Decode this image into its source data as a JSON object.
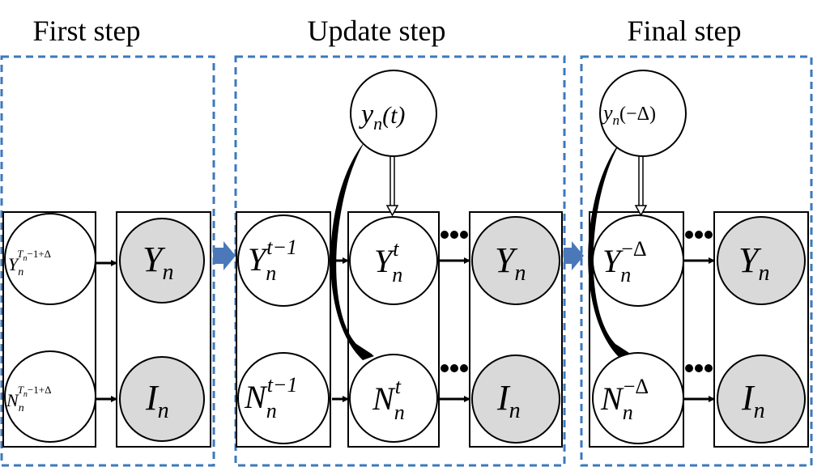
{
  "steps": [
    {
      "title": "First step"
    },
    {
      "title": "Update step"
    },
    {
      "title": "Final step"
    }
  ],
  "first": {
    "latent_top": {
      "base": "Y",
      "sub": "n",
      "sup_T": "T",
      "sup_Tsub": "n",
      "sup_rest": "−1+Δ"
    },
    "latent_bottom": {
      "base": "N",
      "sub": "n",
      "sup_T": "T",
      "sup_Tsub": "n",
      "sup_rest": "−1+Δ"
    },
    "obs_top": {
      "base": "Y",
      "sub": "n"
    },
    "obs_bottom": {
      "base": "I",
      "sub": "n"
    }
  },
  "update": {
    "input": {
      "base": "y",
      "sub": "n",
      "arg": "(t)"
    },
    "prev_top": {
      "base": "Y",
      "sub": "n",
      "sup": "t−1"
    },
    "prev_bottom": {
      "base": "N",
      "sub": "n",
      "sup": "t−1"
    },
    "cur_top": {
      "base": "Y",
      "sub": "n",
      "sup": "t"
    },
    "cur_bottom": {
      "base": "N",
      "sub": "n",
      "sup": "t"
    },
    "obs_top": {
      "base": "Y",
      "sub": "n"
    },
    "obs_bottom": {
      "base": "I",
      "sub": "n"
    }
  },
  "final": {
    "input": {
      "base": "y",
      "sub": "n",
      "arg": "(−Δ)"
    },
    "cur_top": {
      "base": "Y",
      "sub": "n",
      "sup": "−Δ"
    },
    "cur_bottom": {
      "base": "N",
      "sub": "n",
      "sup": "−Δ"
    },
    "obs_top": {
      "base": "Y",
      "sub": "n"
    },
    "obs_bottom": {
      "base": "I",
      "sub": "n"
    }
  },
  "colors": {
    "panel_border": "#3d78bd",
    "observed_fill": "#d9d9d9",
    "arrow_fill": "#4a78b8"
  }
}
